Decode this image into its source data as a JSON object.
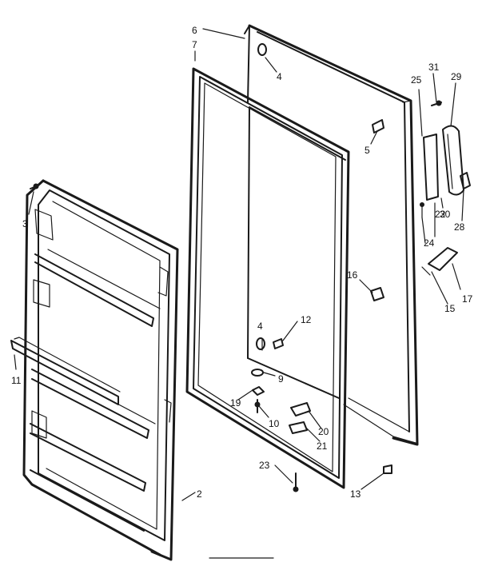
{
  "callouts": {
    "c2": "2",
    "c3": "3",
    "c4a": "4",
    "c4b": "4",
    "c5": "5",
    "c6": "6",
    "c7": "7",
    "c9": "9",
    "c10": "10",
    "c11": "11",
    "c12": "12",
    "c13": "13",
    "c15": "15",
    "c16": "16",
    "c17": "17",
    "c19": "19",
    "c20": "20",
    "c21": "21",
    "c22": "22",
    "c23": "23",
    "c24": "24",
    "c25": "25",
    "c28": "28",
    "c29": "29",
    "c30": "30",
    "c31": "31"
  }
}
